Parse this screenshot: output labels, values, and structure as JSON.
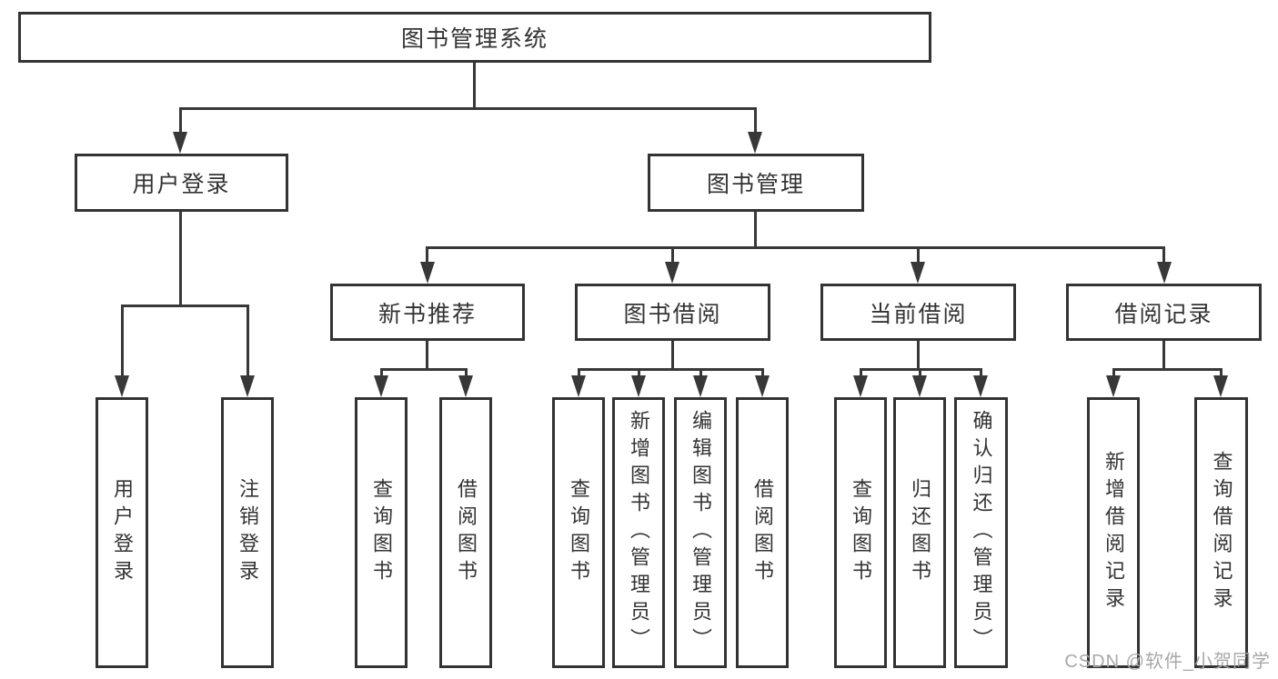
{
  "diagram": {
    "title": "图书管理系统",
    "root": {
      "label": "图书管理系统"
    },
    "level2": [
      {
        "label": "用户登录"
      },
      {
        "label": "图书管理"
      }
    ],
    "level3": [
      {
        "label": "新书推荐",
        "parent": "图书管理"
      },
      {
        "label": "图书借阅",
        "parent": "图书管理"
      },
      {
        "label": "当前借阅",
        "parent": "图书管理"
      },
      {
        "label": "借阅记录",
        "parent": "图书管理"
      }
    ],
    "leaves": [
      {
        "label": "用户登录",
        "parent": "用户登录"
      },
      {
        "label": "注销登录",
        "parent": "用户登录"
      },
      {
        "label": "查询图书",
        "parent": "新书推荐"
      },
      {
        "label": "借阅图书",
        "parent": "新书推荐"
      },
      {
        "label": "查询图书",
        "parent": "图书借阅"
      },
      {
        "label": "新增图书（管理员）",
        "parent": "图书借阅"
      },
      {
        "label": "编辑图书（管理员）",
        "parent": "图书借阅"
      },
      {
        "label": "借阅图书",
        "parent": "图书借阅"
      },
      {
        "label": "查询图书",
        "parent": "当前借阅"
      },
      {
        "label": "归还图书",
        "parent": "当前借阅"
      },
      {
        "label": "确认归还（管理员）",
        "parent": "当前借阅"
      },
      {
        "label": "新增借阅记录",
        "parent": "借阅记录"
      },
      {
        "label": "查询借阅记录",
        "parent": "借阅记录"
      }
    ]
  },
  "watermark": {
    "text": "CSDN @软件_小贺同学"
  },
  "colors": {
    "line": "#383838",
    "box_border": "#333333",
    "text": "#333333",
    "background": "#ffffff",
    "watermark": "#a8a8a8"
  }
}
